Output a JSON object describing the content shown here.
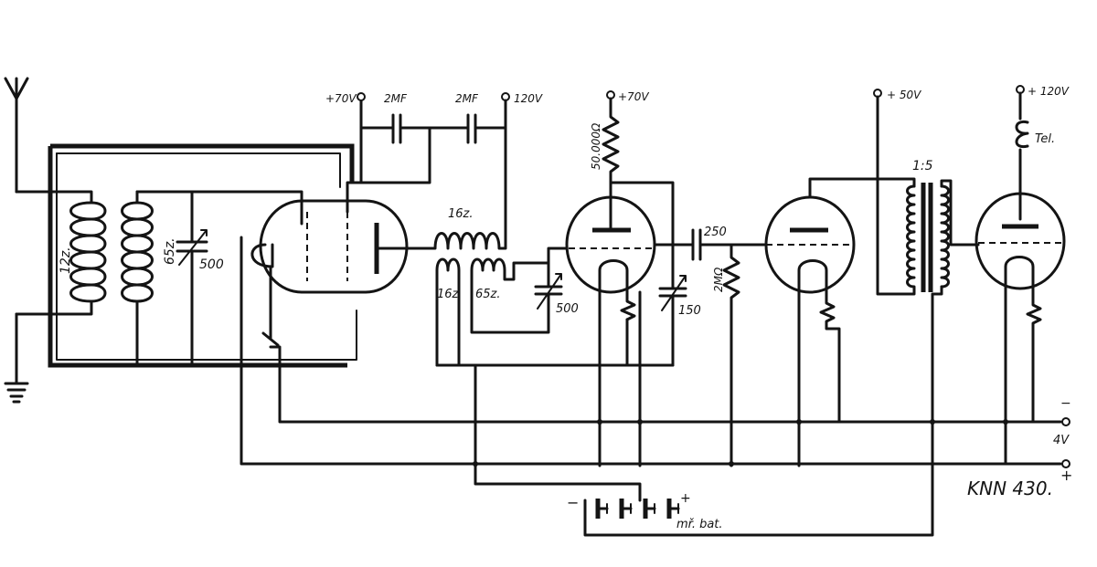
{
  "diagram": {
    "model_label": "KNN 430.",
    "supply": {
      "v70_a": "+70V",
      "v120_a": "120V",
      "v70_b": "+70V",
      "v50": "+ 50V",
      "v120_b": "+ 120V",
      "phones": "Tel."
    },
    "capacitors": {
      "c2mf_a": "2MF",
      "c2mf_b": "2MF",
      "var500_a": "500",
      "var500_b": "500",
      "var150": "150",
      "c250": "250"
    },
    "coils": {
      "c12z": "12z.",
      "c65z_a": "65z.",
      "c16z_a": "16z.",
      "c16z_b": "16z",
      "c65z_b": "65z."
    },
    "resistors": {
      "r50000": "50.000Ω",
      "r2m": "2MΩ"
    },
    "transformer_ratio": "1:5",
    "filament": {
      "minus": "−",
      "voltage": "4V",
      "plus": "+"
    },
    "grid_battery": {
      "minus": "−",
      "plus": "+",
      "label": "mř. bat."
    }
  }
}
